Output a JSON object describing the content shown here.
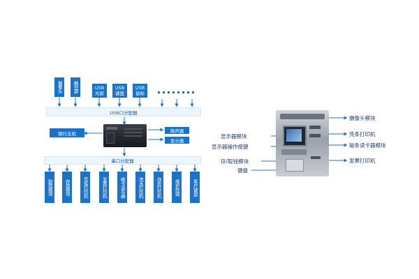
{
  "top_modules": [
    "摄像头",
    "触控屏"
  ],
  "usb_modules": [
    "USB\n光驱",
    "USB\n键盘",
    "USB\n鼠标"
  ],
  "usb_bar_label": "USB口分配器",
  "host_label": "银行主机",
  "speaker_label": "扬声器",
  "display_label": "显示器",
  "serial_bar_label": "串口分配器",
  "serial_modules": [
    "取款模块",
    "存款模块",
    "凭条打印机",
    "发票打印机",
    "磁卡读写器",
    "流水打印机",
    "存折打印机",
    "维护终端",
    "客户键盘"
  ],
  "atm_labels_right": [
    "摄像头模块",
    "凭条打印机",
    "磁条读卡器模块",
    "发票打印机"
  ],
  "atm_labels_left": [
    "显示器模块",
    "显示器操作按键",
    "存/取钱模块",
    "键盘"
  ],
  "colors": {
    "accent": "#1b73c9",
    "bar_bg": "#eef4fb",
    "text_dark": "#1f3b73"
  }
}
